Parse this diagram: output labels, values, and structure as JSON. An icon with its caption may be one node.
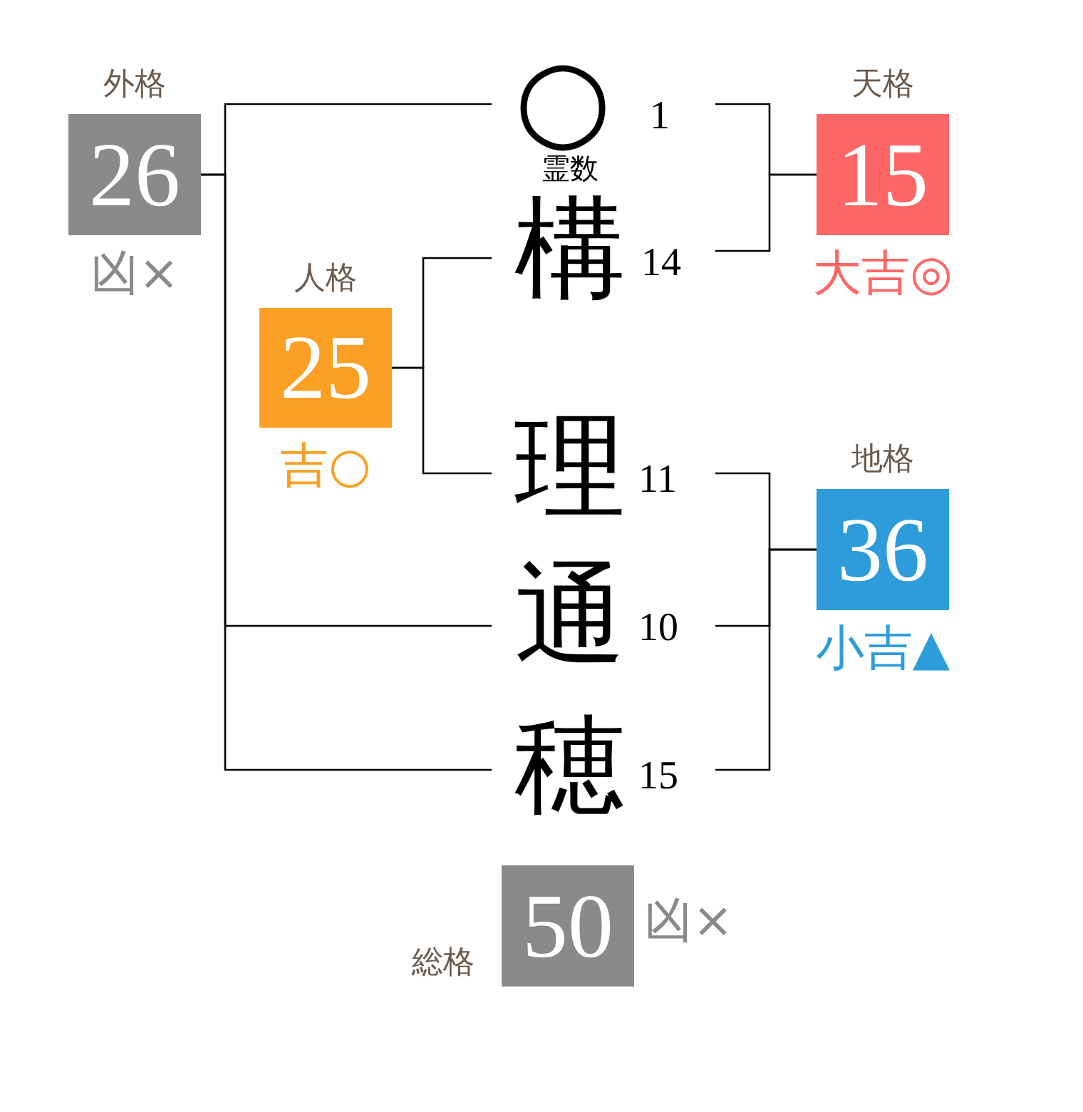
{
  "diagram": {
    "nodes": [
      {
        "text": [
          "外格",
          "26"
        ],
        "beside": [
          "凶×"
        ]
      },
      {
        "text": [
          "○"
        ],
        "beside": [
          "1",
          "霊数"
        ]
      },
      {
        "text": [
          "天格",
          "15"
        ],
        "beside": [
          "大吉◎"
        ]
      },
      {
        "text": [
          "構"
        ],
        "beside": [
          "14"
        ]
      },
      {
        "text": [
          "人格",
          "25"
        ],
        "beside": [
          "吉○"
        ]
      },
      {
        "text": [
          "理"
        ],
        "beside": [
          "11"
        ]
      },
      {
        "text": [
          "地格",
          "36"
        ],
        "beside": [
          "小吉▲"
        ]
      },
      {
        "text": [
          "通"
        ],
        "beside": [
          "10"
        ]
      },
      {
        "text": [
          "穂"
        ],
        "beside": [
          "15"
        ]
      },
      {
        "text": [
          "総格",
          "50"
        ],
        "beside": [
          "凶×"
        ]
      }
    ],
    "edges": [
      {
        "from": 0,
        "to": 1,
        "arrow": "none"
      },
      {
        "from": 0,
        "to": 7,
        "arrow": "none"
      },
      {
        "from": 0,
        "to": 8,
        "arrow": "none"
      },
      {
        "from": 2,
        "to": 1,
        "arrow": "none"
      },
      {
        "from": 2,
        "to": 3,
        "arrow": "none"
      },
      {
        "from": 4,
        "to": 3,
        "arrow": "none"
      },
      {
        "from": 4,
        "to": 5,
        "arrow": "none"
      },
      {
        "from": 6,
        "to": 5,
        "arrow": "none"
      },
      {
        "from": 6,
        "to": 7,
        "arrow": "none"
      },
      {
        "from": 6,
        "to": 8,
        "arrow": "none"
      }
    ]
  }
}
